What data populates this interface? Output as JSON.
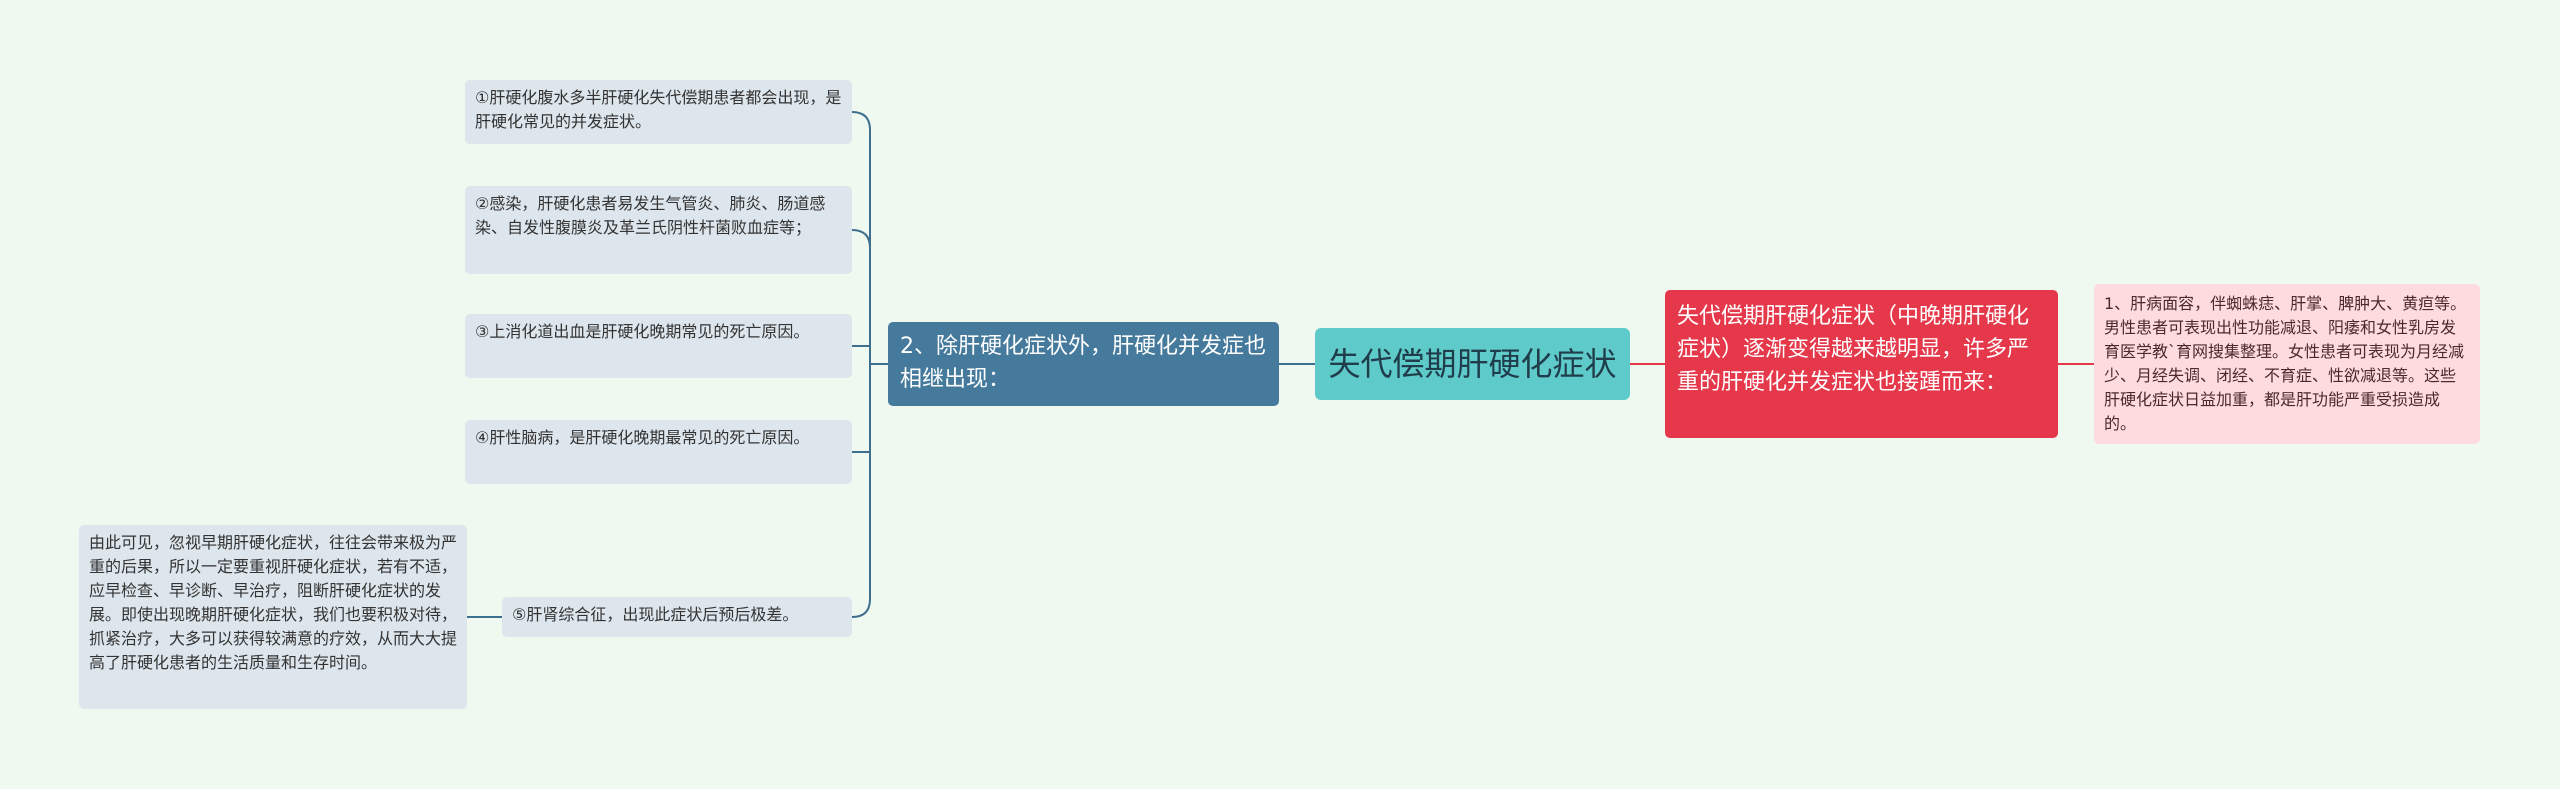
{
  "center": {
    "label": "失代偿期肝硬化症状"
  },
  "left_branch": {
    "label": "2、除肝硬化症状外，肝硬化并发症也相继出现："
  },
  "left_leaves": [
    "①肝硬化腹水多半肝硬化失代偿期患者都会出现，是肝硬化常见的并发症状。",
    "②感染，肝硬化患者易发生气管炎、肺炎、肠道感染、自发性腹膜炎及革兰氏阴性杆菌败血症等；",
    "③上消化道出血是肝硬化晚期常见的死亡原因。",
    "④肝性脑病，是肝硬化晚期最常见的死亡原因。",
    "⑤肝肾综合征，出现此症状后预后极差。"
  ],
  "far_left_note": "由此可见，忽视早期肝硬化症状，往往会带来极为严重的后果，所以一定要重视肝硬化症状，若有不适，应早检查、早诊断、早治疗，阻断肝硬化症状的发展。即使出现晚期肝硬化症状，我们也要积极对待，抓紧治疗，大多可以获得较满意的疗效，从而大大提高了肝硬化患者的生活质量和生存时间。",
  "right_branch": {
    "label": "失代偿期肝硬化症状（中晚期肝硬化症状）逐渐变得越来越明显，许多严重的肝硬化并发症状也接踵而来："
  },
  "right_leaf": "1、肝病面容，伴蜘蛛痣、肝掌、脾肿大、黄疸等。男性患者可表现出性功能减退、阳痿和女性乳房发育医学教`育网搜集整理。女性患者可表现为月经减少、月经失调、闭经、不育症、性欲减退等。这些肝硬化症状日益加重，都是肝功能严重受损造成的。",
  "colors": {
    "background": "#f0f9ef",
    "center": "#5fcaca",
    "left_branch": "#457a9c",
    "right_branch": "#e5384a",
    "leaf": "#dde6ec",
    "pink_leaf": "#fcdcdf",
    "left_connector": "#3f6f8e",
    "right_connector": "#e5384a"
  }
}
